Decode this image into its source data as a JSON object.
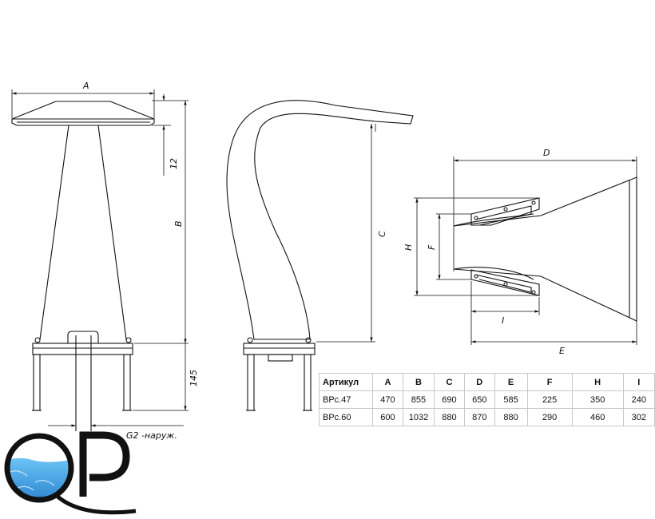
{
  "dimensions": {
    "A": "A",
    "B": "B",
    "C": "C",
    "D": "D",
    "E": "E",
    "F": "F",
    "H": "H",
    "I": "I",
    "d12": "12",
    "d145": "145",
    "g2": "G2 -наруж."
  },
  "table": {
    "headers": [
      "Артикул",
      "A",
      "B",
      "C",
      "D",
      "E",
      "F",
      "H",
      "I"
    ],
    "rows": [
      [
        "BPc.47",
        "470",
        "855",
        "690",
        "650",
        "585",
        "225",
        "350",
        "240"
      ],
      [
        "BPc.60",
        "600",
        "1032",
        "880",
        "870",
        "880",
        "290",
        "460",
        "302"
      ]
    ]
  },
  "logo": {
    "letters": "QP",
    "water_color": "#2a8fd8"
  }
}
